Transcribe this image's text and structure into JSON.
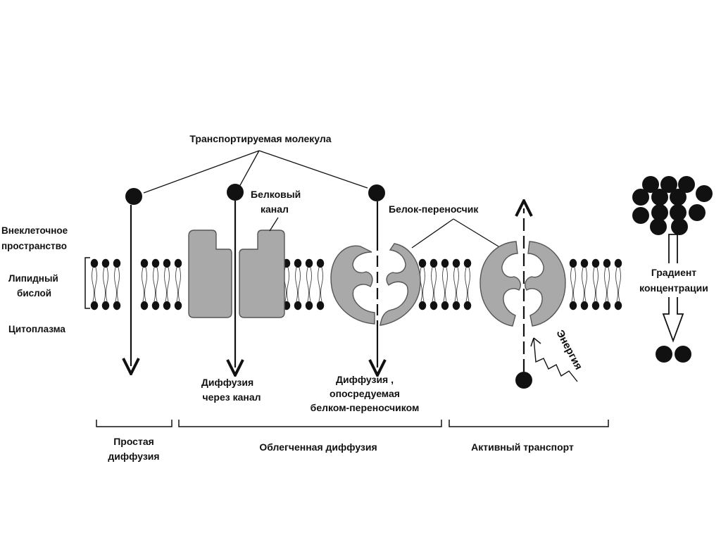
{
  "labels": {
    "transported_molecule": "Транспортируемая молекула",
    "protein_channel_line1": "Белковый",
    "protein_channel_line2": "канал",
    "carrier_protein": "Белок-переносчик",
    "extracellular_line1": "Внеклеточное",
    "extracellular_line2": "пространство",
    "lipid_line1": "Липидный",
    "lipid_line2": "бислой",
    "cytoplasm": "Цитоплазма",
    "gradient_line1": "Градиент",
    "gradient_line2": "концентрации",
    "energy": "Энергия",
    "channel_diffusion_line1": "Диффузия",
    "channel_diffusion_line2": "через канал",
    "carrier_diffusion_line1": "Диффузия ,",
    "carrier_diffusion_line2": "опосредуемая",
    "carrier_diffusion_line3": "белком-переносчиком"
  },
  "categories": {
    "simple_line1": "Простая",
    "simple_line2": "диффузия",
    "facilitated": "Облегченная диффузия",
    "active": "Активный транспорт"
  },
  "colors": {
    "ink": "#111111",
    "protein_fill": "#a9a9a9",
    "protein_stroke": "#555555"
  }
}
